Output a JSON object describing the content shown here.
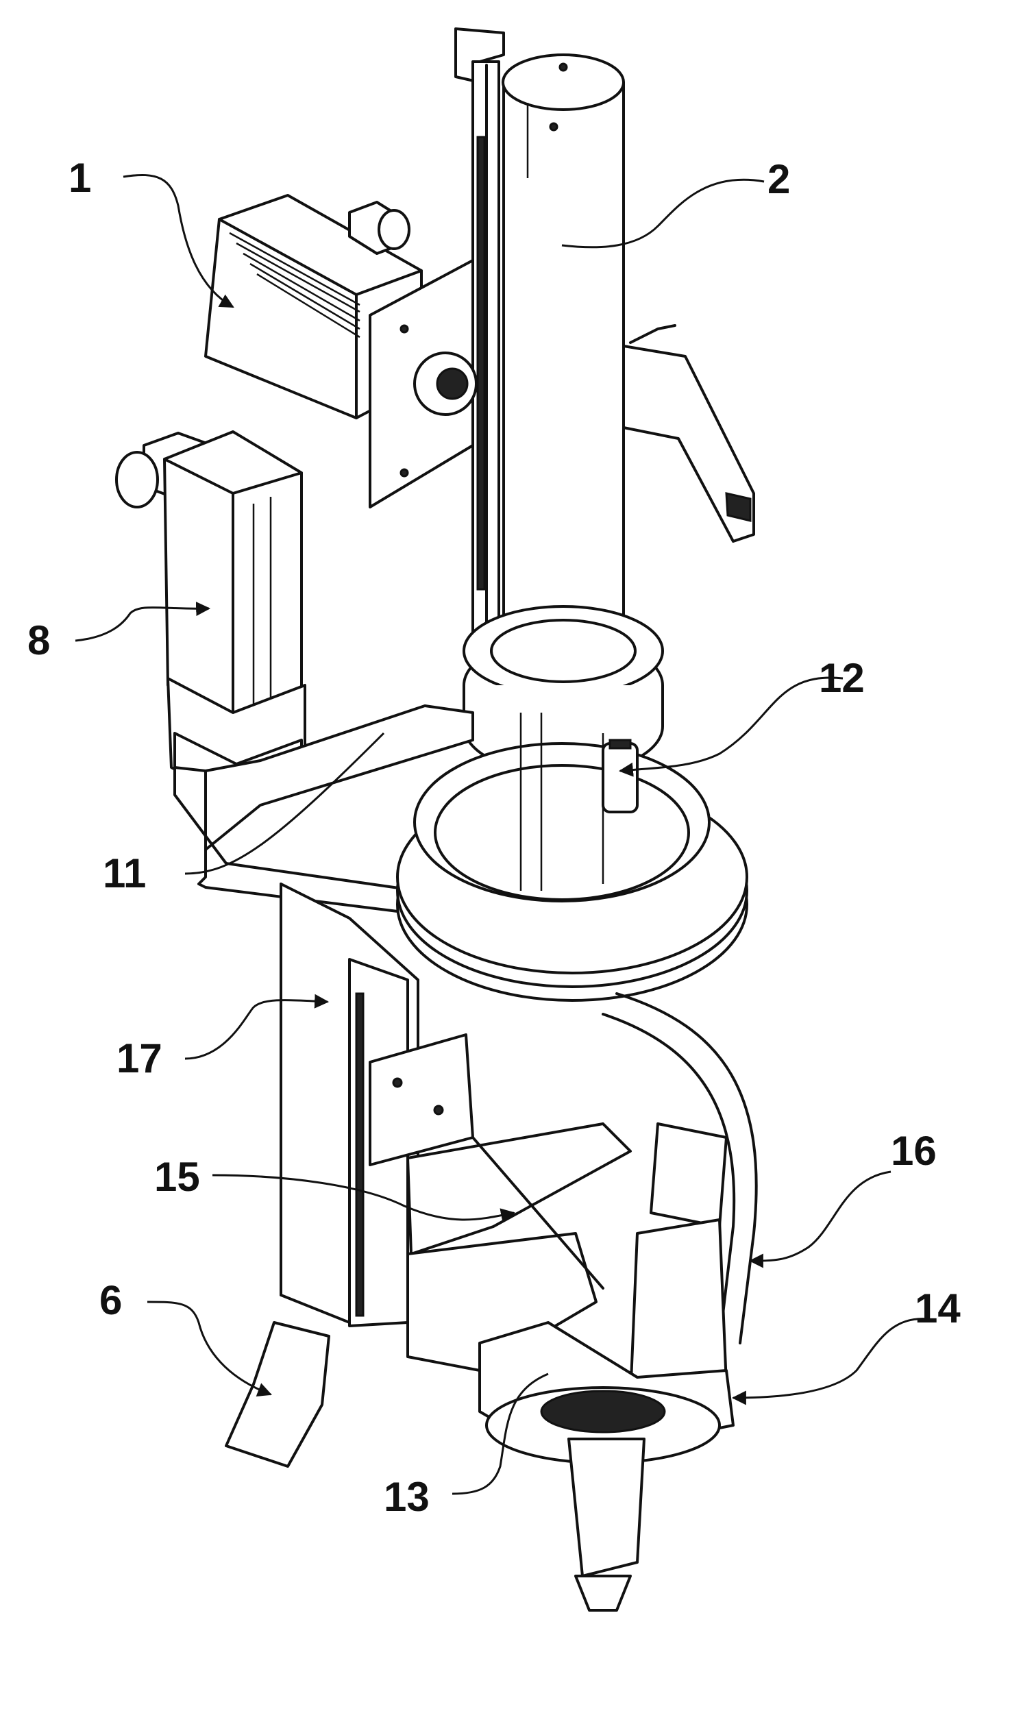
{
  "figure": {
    "background": "#ffffff",
    "ink": "#111111",
    "labels": [
      "1",
      "2",
      "6",
      "8",
      "11",
      "12",
      "13",
      "14",
      "15",
      "16",
      "17"
    ]
  }
}
